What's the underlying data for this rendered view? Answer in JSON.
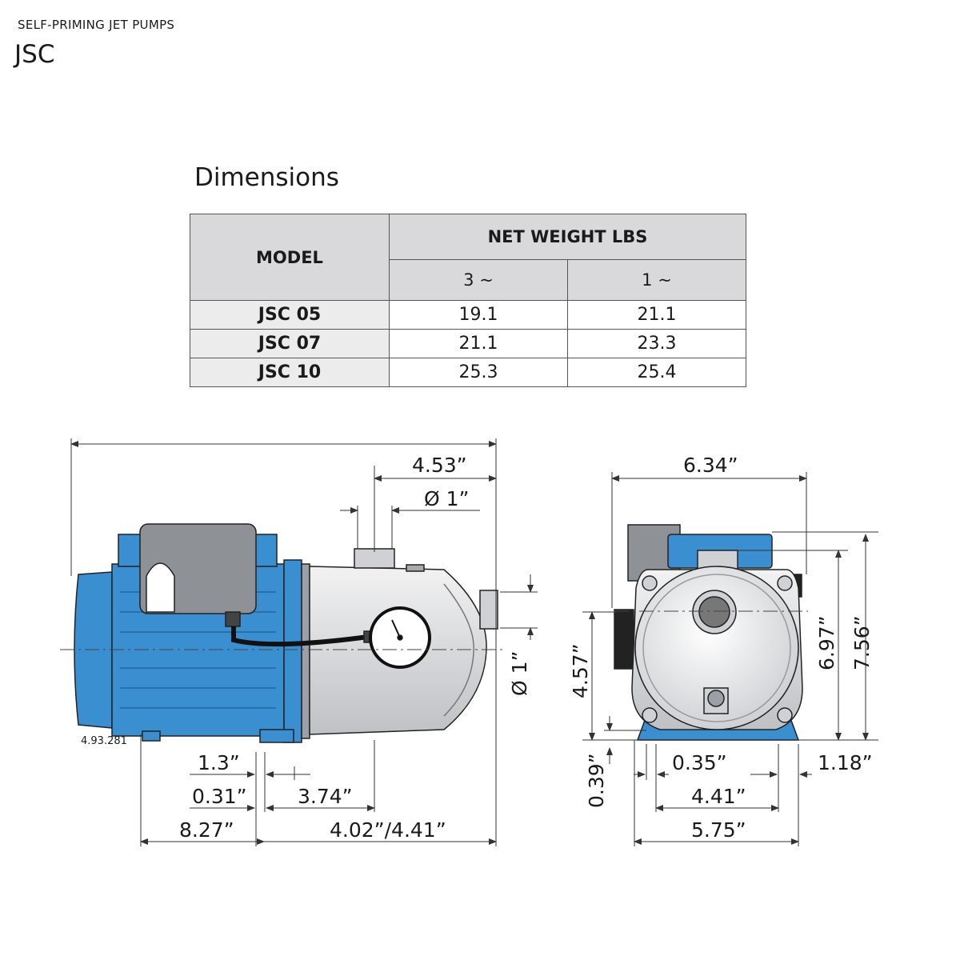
{
  "header": {
    "subtitle": "SELF-PRIMING JET PUMPS",
    "title": "JSC"
  },
  "section_title": "Dimensions",
  "table": {
    "model_header": "MODEL",
    "weight_header": "NET WEIGHT LBS",
    "phase_headers": [
      "3 ~",
      "1 ~"
    ],
    "rows": [
      {
        "model": "JSC 05",
        "three_phase": "19.1",
        "one_phase": "21.1"
      },
      {
        "model": "JSC 07",
        "three_phase": "21.1",
        "one_phase": "23.3"
      },
      {
        "model": "JSC 10",
        "three_phase": "25.3",
        "one_phase": "25.4"
      }
    ]
  },
  "side_view": {
    "drawing_code": "4.93.281",
    "dims": {
      "outlet_offset": "4.53”",
      "outlet_diameter": "Ø 1”",
      "inlet_diameter": "Ø 1”",
      "foot_width": "1.3”",
      "foot_offset": "0.31”",
      "foot_to_outlet": "3.74”",
      "motor_length": "8.27”",
      "pump_length": "4.02”/4.41”"
    }
  },
  "front_view": {
    "dims": {
      "overall_width": "6.34”",
      "outlet_height": "6.97”",
      "overall_height": "7.56”",
      "inlet_height": "4.57”",
      "base_height": "0.39”",
      "slot_width": "0.35”",
      "side_offset": "1.18”",
      "hole_spacing": "4.41”",
      "base_width": "5.75”"
    }
  },
  "colors": {
    "pump_blue": "#3a8fd0",
    "steel": "#e4e5e6",
    "table_header": "#d9d9db",
    "table_rowlabel": "#ececed"
  }
}
